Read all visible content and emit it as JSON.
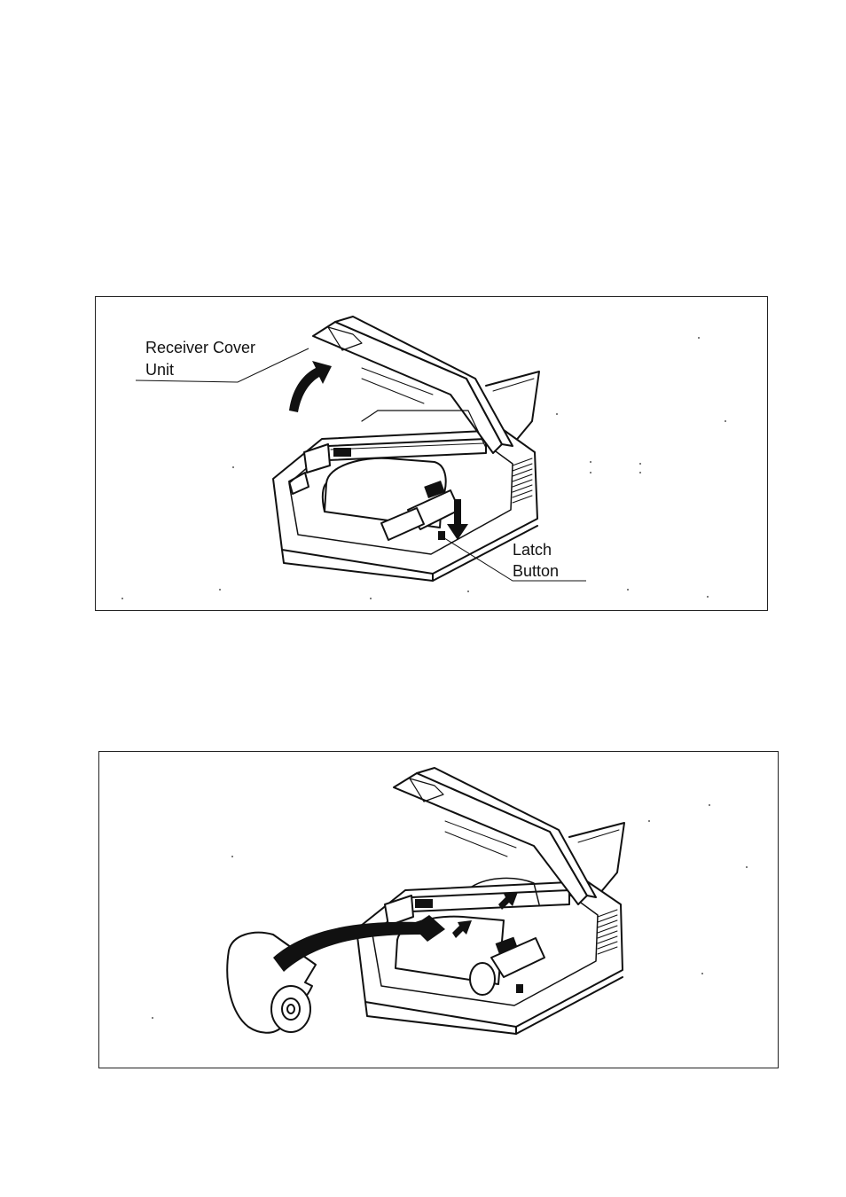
{
  "figures": [
    {
      "callouts": {
        "receiver_cover_line1": "Receiver Cover",
        "receiver_cover_line2": "Unit",
        "latch_line1": "Latch",
        "latch_line2": "Button"
      }
    },
    {
      "callouts": {}
    }
  ]
}
